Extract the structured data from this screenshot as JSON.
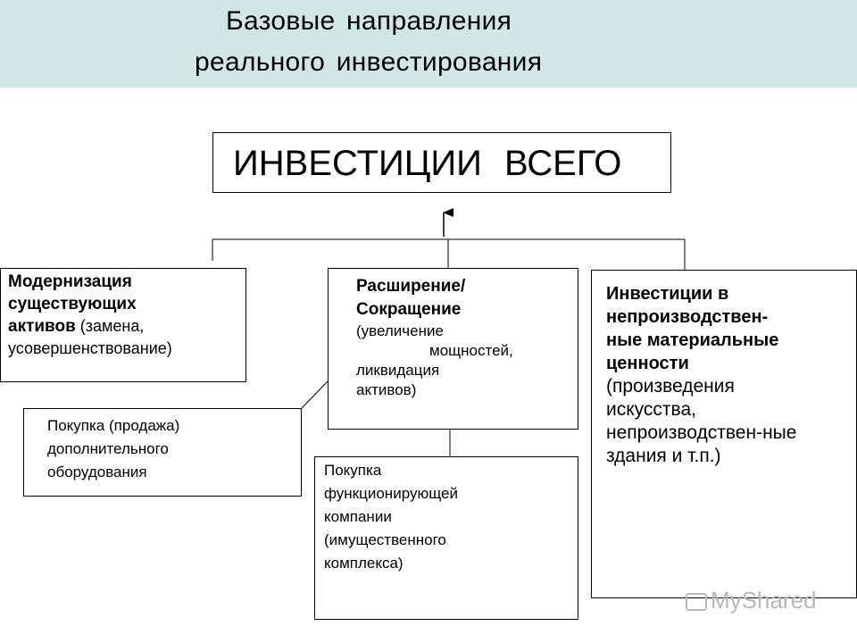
{
  "header": {
    "title_line1": "Базовые направления",
    "title_line2": "реального инвестирования",
    "background": "#d3e6e6"
  },
  "diagram": {
    "root": "ИНВЕСТИЦИИ ВСЕГО",
    "modernization": {
      "bold": [
        "Модернизация",
        "существующих",
        "активов"
      ],
      "rest": " (замена,",
      "rest2": "усовершенствование)"
    },
    "expansion": {
      "bold": [
        "Расширение/",
        "Сокращение"
      ],
      "lines": [
        "(увеличение",
        "мощностей,",
        "ликвидация",
        "активов)"
      ]
    },
    "nonproductive": {
      "bold": [
        "Инвестиции в",
        "непроизводствен-",
        "ные материальные",
        "ценности"
      ],
      "lines": [
        "(произведения",
        "искусства,",
        "непроизводствен-ные",
        "здания и т.п.)"
      ]
    },
    "equipment": {
      "lines": [
        "Покупка (продажа)",
        "дополнительного",
        "оборудования"
      ]
    },
    "company": {
      "lines": [
        "Покупка",
        "функционирующей",
        "компании",
        "(имущественного",
        "комплекса)"
      ]
    }
  },
  "watermark": {
    "text": "MyShared",
    "icon": "presentation-icon"
  }
}
